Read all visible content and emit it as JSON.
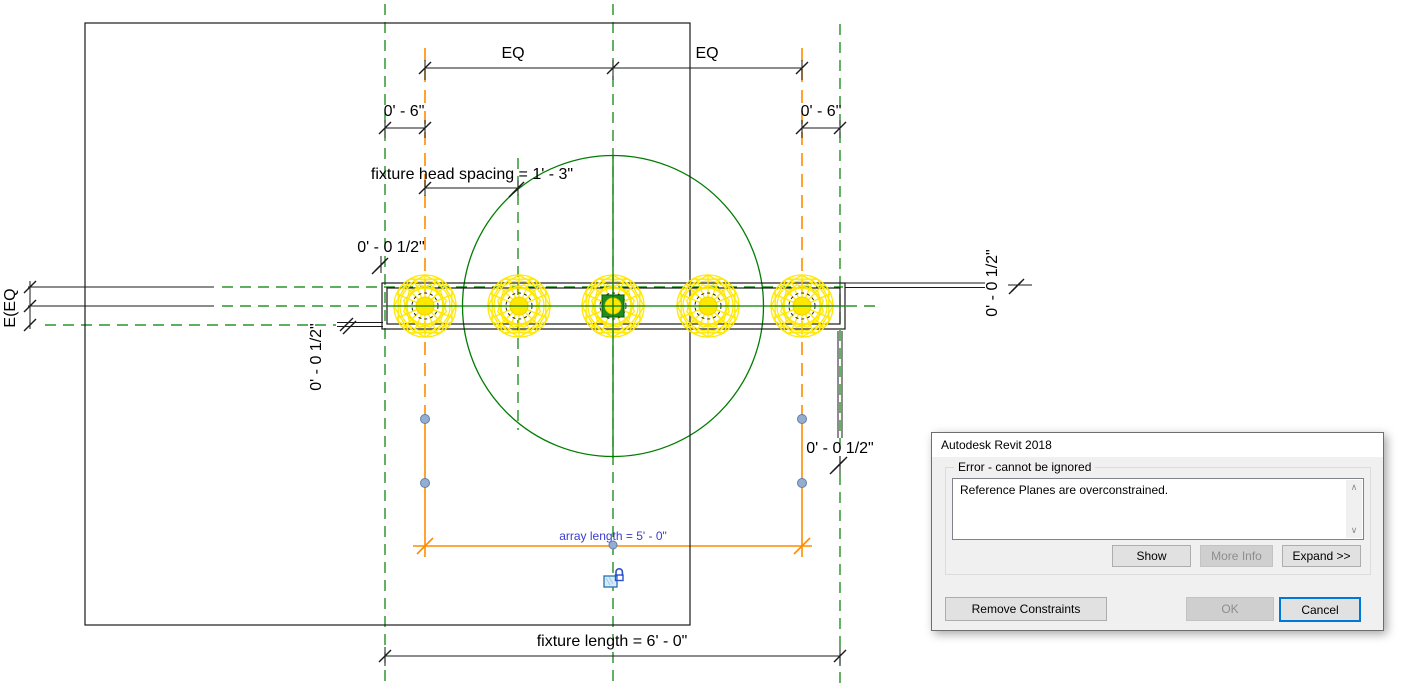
{
  "drawing": {
    "dims": {
      "eq_left": "EQ",
      "eq_right": "EQ",
      "six_left": "0' - 6\"",
      "six_right": "0' - 6\"",
      "head_spacing": "fixture head spacing = 1' - 3\"",
      "half_top": "0' - 0 1/2\"",
      "half_left_vertical": "0' - 0 1/2\"",
      "half_right_vertical": "0' - 0 1/2\"",
      "half_bottom_right": "0' - 0 1/2\"",
      "eq_vertical": "E(EQ",
      "fixture_length": "fixture length = 6' - 0\"",
      "array_length": "array length = 5' - 0\""
    },
    "colors": {
      "reference_plane_green": "#007d00",
      "array_orange": "#ff8c00",
      "fixture_yellow": "#ffe800",
      "array_label_blue": "#3b3bd0"
    }
  },
  "dialog": {
    "title": "Autodesk Revit 2018",
    "group_label": "Error - cannot be ignored",
    "message": "Reference Planes are overconstrained.",
    "buttons": {
      "show": "Show",
      "more_info": "More Info",
      "expand": "Expand >>",
      "remove_constraints": "Remove Constraints",
      "ok": "OK",
      "cancel": "Cancel"
    },
    "scrollbar": {
      "up": "∧",
      "down": "∨"
    }
  }
}
